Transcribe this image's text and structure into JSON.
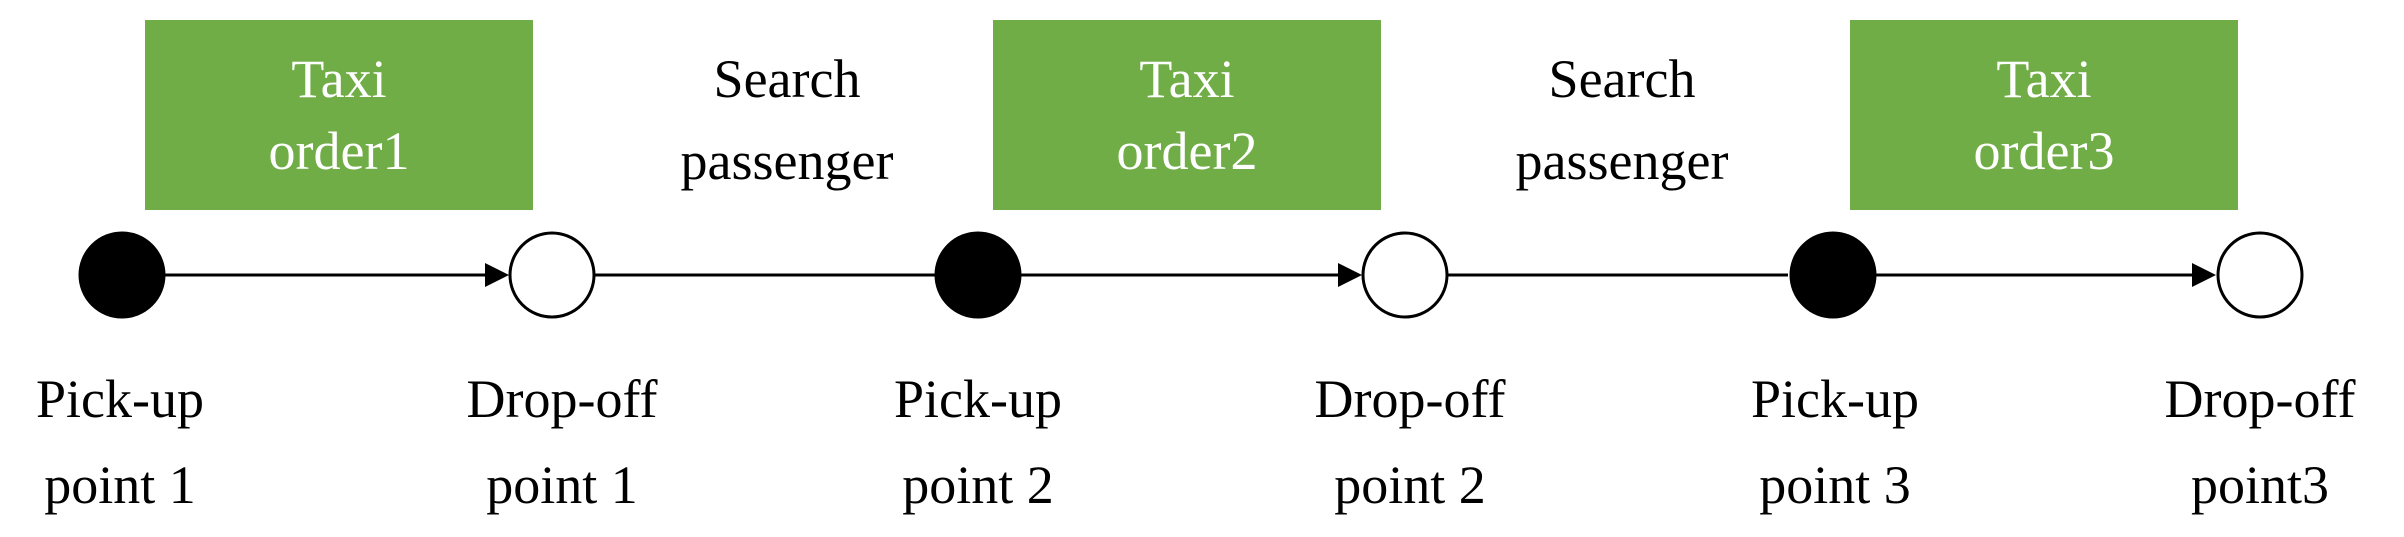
{
  "orders": [
    {
      "line1": "Taxi",
      "line2": "order1"
    },
    {
      "line1": "Taxi",
      "line2": "order2"
    },
    {
      "line1": "Taxi",
      "line2": "order3"
    }
  ],
  "gaps": [
    {
      "line1": "Search",
      "line2": "passenger"
    },
    {
      "line1": "Search",
      "line2": "passenger"
    }
  ],
  "points": [
    {
      "type": "pick-up",
      "line1": "Pick-up",
      "line2": "point 1"
    },
    {
      "type": "drop-off",
      "line1": "Drop-off",
      "line2": "point 1"
    },
    {
      "type": "pick-up",
      "line1": "Pick-up",
      "line2": "point 2"
    },
    {
      "type": "drop-off",
      "line1": "Drop-off",
      "line2": "point 2"
    },
    {
      "type": "pick-up",
      "line1": "Pick-up",
      "line2": "point 3"
    },
    {
      "type": "drop-off",
      "line1": "Drop-off",
      "line2": "point3"
    }
  ],
  "colors": {
    "order_box": "#70ad47",
    "pick_up_fill": "#000000",
    "drop_off_fill": "#ffffff"
  }
}
